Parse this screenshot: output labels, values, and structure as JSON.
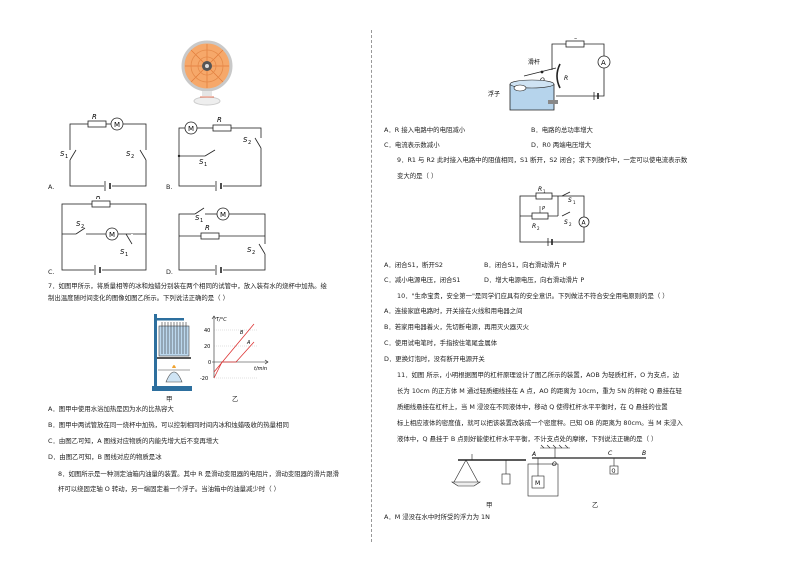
{
  "left": {
    "q6_options": {
      "A": "A.",
      "B": "B.",
      "C": "C.",
      "D": "D."
    },
    "q6_labels": {
      "R": "R",
      "M": "M",
      "S1": "S",
      "S2": "S",
      "sub1": "1",
      "sub2": "2"
    },
    "q7": {
      "stem_line1": "7．如图甲所示，将质量相等的冰和烛蜡分别装在两个相同的试管中，放入装有水的烧杯中加热。绘",
      "stem_line2": "制出温度随时间变化的图像如图乙所示。下列说法正确的是（    ）",
      "fig_caption_jia": "甲",
      "fig_caption_yi": "乙",
      "graph": {
        "ylabel": "T/°C",
        "xlabel": "t/min",
        "ticks": [
          "40",
          "20",
          "0",
          "-20"
        ],
        "curveA": "A",
        "curveB": "B"
      },
      "options": [
        "A．图甲中使用水浴加热是因为水的比热容大",
        "B．图甲中两试管放在同一烧杯中加热，可以控制相同时间内冰和烛蜡吸收的热量相同",
        "C．由图乙可知，A 图线对应物质的内能先增大后不变再增大",
        "D．由图乙可知，B 图线对应的物质是冰"
      ]
    },
    "q8": {
      "stem_line1": "8．如图所示是一种测定油箱内油量的装置。其中 R 是滑动变阻器的电阻片，滑动变阻器的滑片跟滑",
      "stem_line2": "杆可以绕固定轴 O 转动，另一端固定着一个浮子。当油箱中的油量减少时（    ）"
    }
  },
  "right": {
    "oil_fig_labels": {
      "R0": "R",
      "R0sub": "0",
      "slide": "滑杆",
      "O": "O",
      "R": "R",
      "A": "A",
      "float": "浮子"
    },
    "q8_options": [
      "A．R 接入电路中的电阻减小",
      "B．电路的总功率增大",
      "C．电流表示数减小",
      "D．R0 两端电压增大"
    ],
    "q9": {
      "stem_line1": "9．R1 与 R2 此时接入电路中的阻值相同，S1 断开，S2 闭合；求下列操作中，一定可以使电流表示数",
      "stem_line2": "变大的是（    ）",
      "fig_labels": {
        "R1": "R",
        "R2": "R",
        "S1": "S",
        "S2": "S",
        "A": "A",
        "P": "P",
        "one": "1",
        "two": "2"
      },
      "options": [
        "A．闭合S1，断开S2",
        "B．闭合S1，向右滑动滑片 P",
        "C．减小电源电压，闭合S1",
        "D．增大电源电压，向右滑动滑片 P"
      ]
    },
    "q10": {
      "stem": "10．\"生命宝贵，安全第一\"是同学们应具有的安全意识。下列做法不符合安全用电原则的是（      ）",
      "options": [
        "A．连接家庭电路时，开关接在火线和用电器之间",
        "B．若家用电器着火，先切断电源，再用灭火器灭火",
        "C．使用试电笔时，手指按住笔尾金属体",
        "D．更换灯泡时，没有断开电源开关"
      ]
    },
    "q11": {
      "lines": [
        "11．如图  所示，小明根据图甲的杠杆原理设计了图乙所示的装置，AOB 为轻质杠杆，O 为支点，边",
        "长为 10cm 的正方体 M 通过轻质细线挂在 A 点，AO 的距离为 10cm，重为 5N 的秤砣 Q 悬挂在轻",
        "质细线悬挂在杠杆上，当 M 浸没在不同液体中，移动 Q 使得杠杆水平平衡时，在 Q 悬挂的位置",
        "标上相应液体的密度值，就可以把该装置改装成一个密度秤。已知 OB 的距离为 80cm。当 M 未浸入",
        "液体中，Q 悬挂于 B 点则好能使杠杆水平平衡，不计支点处的摩擦，下列说法正确的是（      ）"
      ],
      "fig_labels": {
        "A": "A",
        "O": "O",
        "C": "C",
        "B": "B",
        "M": "M",
        "Q": "Q"
      },
      "fig_caption_jia": "甲",
      "fig_caption_yi": "乙",
      "option_A": "A．M 浸没在水中时所受的浮力为 1N"
    }
  }
}
